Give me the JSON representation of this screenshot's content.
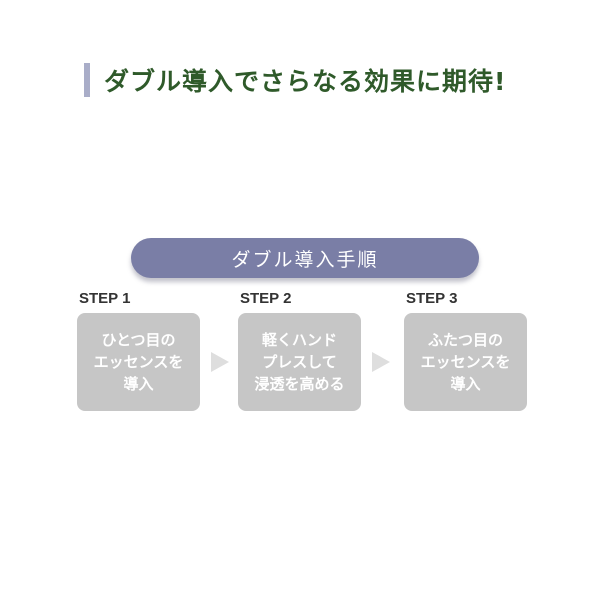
{
  "heading": {
    "text": "ダブル導入でさらなる効果に期待!"
  },
  "pill": {
    "text": "ダブル導入手順"
  },
  "steps": [
    {
      "label": "STEP 1",
      "lines": [
        "ひとつ目の",
        "エッセンスを",
        "導入"
      ]
    },
    {
      "label": "STEP 2",
      "lines": [
        "軽くハンド",
        "プレスして",
        "浸透を高める"
      ]
    },
    {
      "label": "STEP 3",
      "lines": [
        "ふたつ目の",
        "エッセンスを",
        "導入"
      ]
    }
  ],
  "colors": {
    "heading_text": "#2f5a2a",
    "heading_bar": "#a9adc8",
    "pill_bg": "#7a7ea6",
    "step_box_bg": "#c6c6c6",
    "arrow": "#dedede"
  },
  "icons": [
    "triangle-arrow-right",
    "triangle-arrow-right"
  ]
}
